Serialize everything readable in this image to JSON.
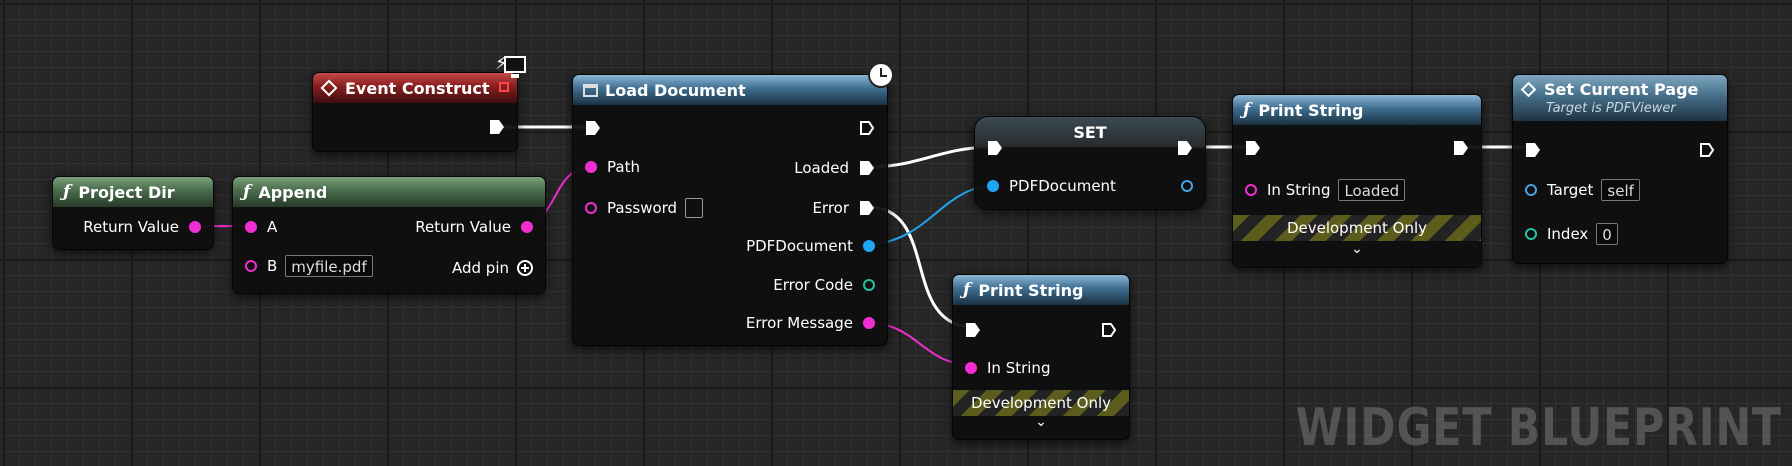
{
  "watermark": "WIDGET BLUEPRINT",
  "colors": {
    "exec": "#ffffff",
    "string": "#f02ed0",
    "object": "#20a5f0",
    "int": "#20c4a2",
    "event_header": "#8e2121",
    "function_header": "#4e7150"
  },
  "nodes": {
    "project_dir": {
      "title": "Project Dir",
      "icon": "function-icon",
      "out_label": "Return Value"
    },
    "append": {
      "title": "Append",
      "icon": "function-icon",
      "pin_a": "A",
      "pin_b": "B",
      "pin_b_value": "myfile.pdf",
      "out_label": "Return Value",
      "add_pin": "Add pin"
    },
    "event_construct": {
      "title": "Event Construct",
      "icon": "event-icon"
    },
    "load_document": {
      "title": "Load Document",
      "icon": "async-window-icon",
      "in_path": "Path",
      "in_password": "Password",
      "out_loaded": "Loaded",
      "out_error": "Error",
      "out_pdf": "PDFDocument",
      "out_error_code": "Error Code",
      "out_error_message": "Error Message"
    },
    "set": {
      "title": "SET",
      "pin": "PDFDocument"
    },
    "print_string_1": {
      "title": "Print String",
      "icon": "function-icon",
      "in_string": "In String",
      "in_string_value": "Loaded",
      "dev_only": "Development Only"
    },
    "print_string_2": {
      "title": "Print String",
      "icon": "function-icon",
      "in_string": "In String",
      "dev_only": "Development Only"
    },
    "set_current_page": {
      "title": "Set Current Page",
      "subtitle": "Target is PDFViewer",
      "icon": "function-icon",
      "in_target": "Target",
      "in_target_value": "self",
      "in_index": "Index",
      "in_index_value": "0"
    }
  }
}
